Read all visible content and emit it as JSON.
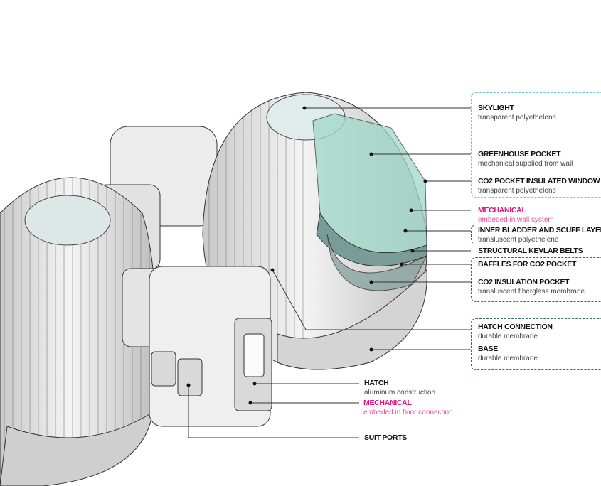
{
  "colors": {
    "accent_pink": "#e8117f",
    "cyan_box": "#6cc9dc",
    "teal_box": "#2f6a6a",
    "glass": "#9fd8c8"
  },
  "labels": {
    "skylight": {
      "title": "SKYLIGHT",
      "sub": "transparent polyethelene"
    },
    "greenhouse": {
      "title": "GREENHOUSE POCKET",
      "sub": "mechanical supplied from wall"
    },
    "co2_window": {
      "title": "CO2 POCKET INSULATED WINDOW",
      "sub": "transparent polyethelene"
    },
    "mechanical_wall": {
      "title": "MECHANICAL",
      "sub": "embeded in wall system"
    },
    "inner_bladder": {
      "title": "INNER BLADDER AND SCUFF LAYER",
      "sub": "transluscent polyethelene"
    },
    "kevlar": {
      "title": "STRUCTURAL KEVLAR BELTS"
    },
    "baffles": {
      "title": "BAFFLES FOR CO2 POCKET"
    },
    "co2_insulation": {
      "title": "CO2 INSULATION POCKET",
      "sub": "transluscent fiberglass membrane"
    },
    "hatch_connection": {
      "title": "HATCH CONNECTION",
      "sub": "durable membrane"
    },
    "base": {
      "title": "BASE",
      "sub": "durable membrane"
    },
    "hatch": {
      "title": "HATCH",
      "sub": "aluminum construction"
    },
    "mechanical_floor": {
      "title": "MECHANICAL",
      "sub": "embeded in floor connection"
    },
    "suit_ports": {
      "title": "SUIT PORTS"
    }
  }
}
